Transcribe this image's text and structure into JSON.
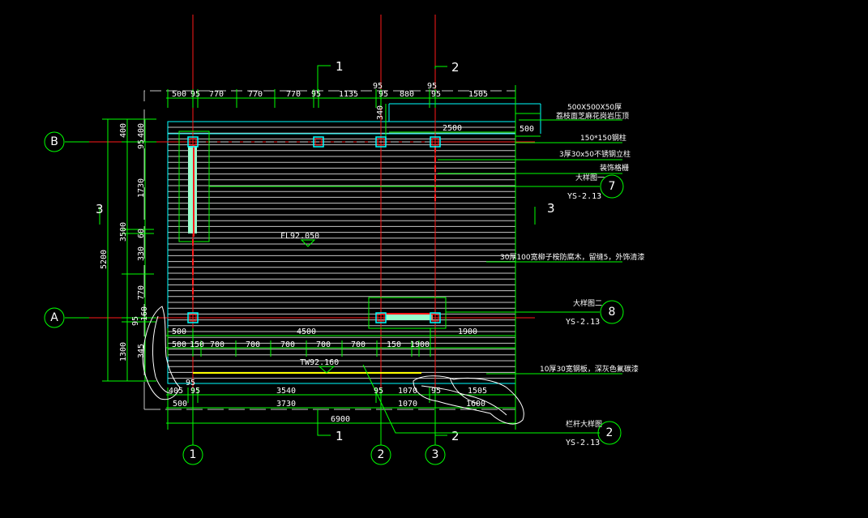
{
  "colors": {
    "background": "#000000",
    "grid_axis": "#ff1a1a",
    "dimension": "#00ff00",
    "outline": "#00ffff",
    "deck_lines": "#c8c8c8",
    "text": "#ffffff",
    "highlight": "#ffff00",
    "post_fill": "#99ffcc"
  },
  "axes": {
    "vertical": [
      "1",
      "2",
      "3"
    ],
    "horizontal": [
      "B",
      "A"
    ]
  },
  "section_marks": {
    "top_left": "1",
    "top_right": "2",
    "side_left": "3",
    "side_right": "3",
    "bottom_left": "1",
    "bottom_right": "2"
  },
  "dimensions": {
    "top_row1": [
      "500",
      "95",
      "770",
      "770",
      "770",
      "95",
      "1135",
      "95",
      "880",
      "95",
      "1505"
    ],
    "top_row1_above": [
      "95",
      "95"
    ],
    "top_vertical": "340",
    "top_inner": "2500",
    "top_right": "500",
    "left_inner": [
      "400",
      "95",
      "400",
      "1730",
      "60",
      "330",
      "770",
      "95",
      "160",
      "345"
    ],
    "left_middle": [
      "400",
      "3500",
      "1300"
    ],
    "left_outer": "5200",
    "row_4500": [
      "500",
      "4500",
      "1900"
    ],
    "row_700": [
      "500",
      "150",
      "700",
      "700",
      "700",
      "700",
      "700",
      "150",
      "1900"
    ],
    "bottom_row1": [
      "405",
      "95",
      "3540",
      "95",
      "1070",
      "95",
      "1505"
    ],
    "bottom_row1_above": "95",
    "bottom_row2": [
      "500",
      "3730",
      "1070",
      "1600"
    ],
    "bottom_total": "6900"
  },
  "levels": {
    "deck": "FL92.050",
    "water": "TW92.160"
  },
  "annotations": [
    {
      "text": "500X500X50厚",
      "line2": "荔枝面芝麻花岗岩压顶"
    },
    {
      "text": "150*150钢柱"
    },
    {
      "text": "3厚30x50不锈钢立柱"
    },
    {
      "text": "装饰格栅"
    },
    {
      "text": "30厚100宽柳子桉防腐木，留缝5，外饰清漆"
    },
    {
      "text": "10厚30宽钢板，深灰色氟碳漆"
    }
  ],
  "callouts": [
    {
      "title": "大样图一",
      "number": "7",
      "sheet": "YS-2.13"
    },
    {
      "title": "大样图二",
      "number": "8",
      "sheet": "YS-2.13"
    },
    {
      "title": "栏杆大样图",
      "number": "2",
      "sheet": "YS-2.13"
    }
  ]
}
